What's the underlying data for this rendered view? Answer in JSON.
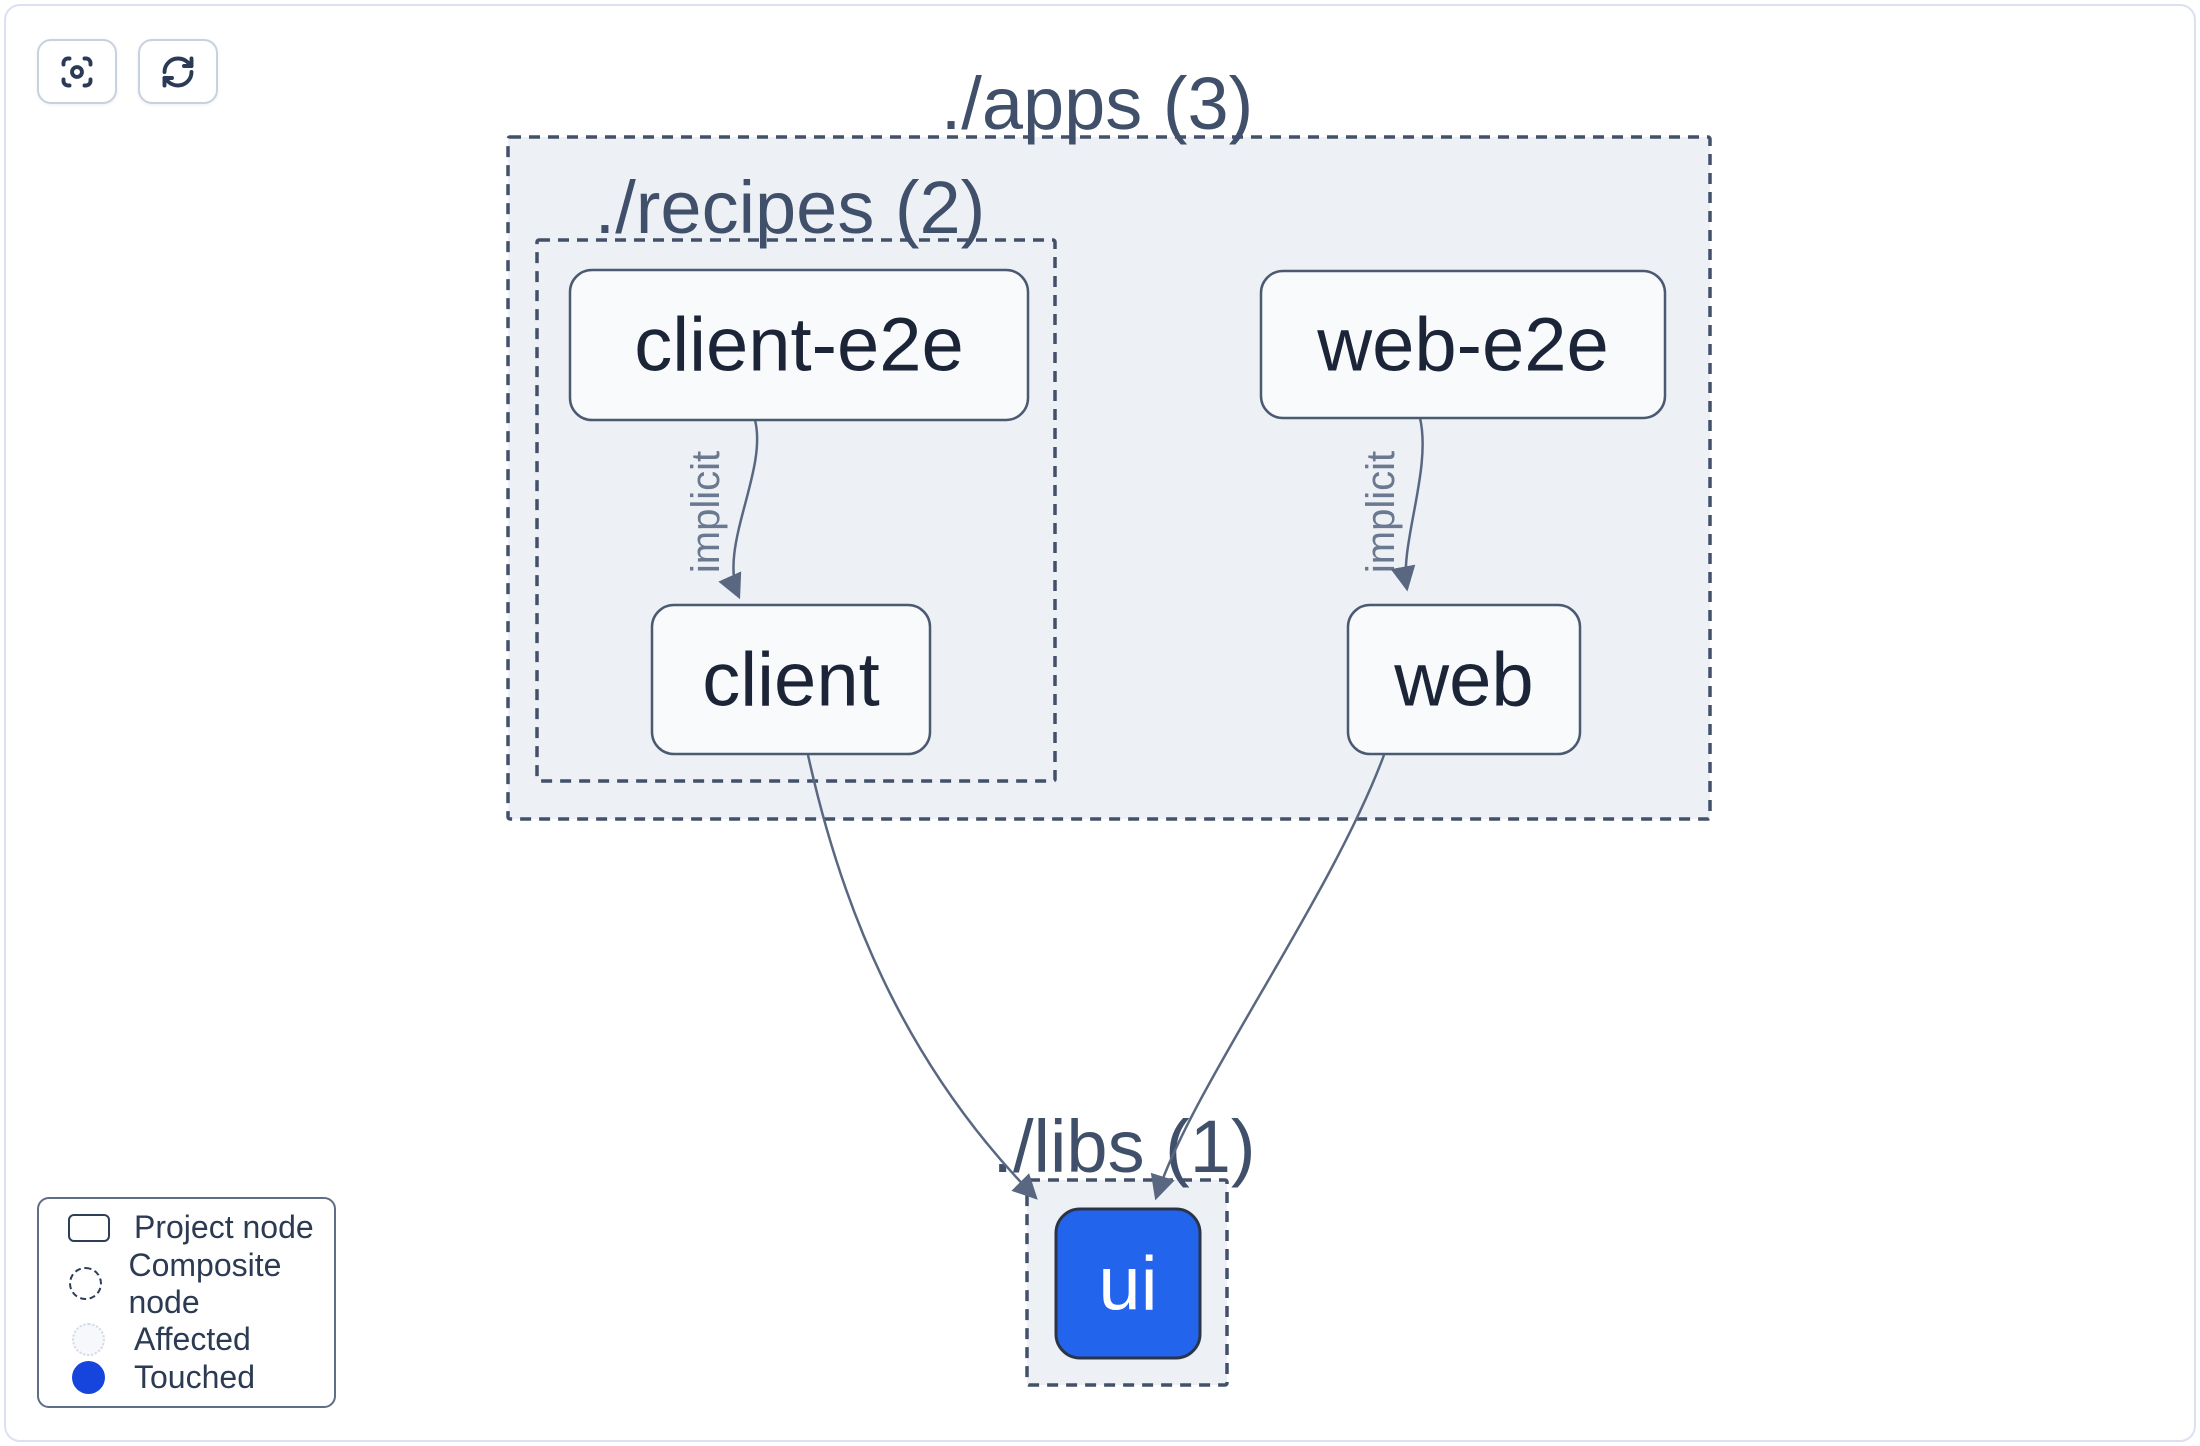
{
  "toolbar": {
    "buttons": [
      {
        "name": "focus",
        "icon": "focus-icon"
      },
      {
        "name": "refresh",
        "icon": "refresh-icon"
      }
    ]
  },
  "graph": {
    "groups": [
      {
        "id": "apps",
        "label": "./apps (3)"
      },
      {
        "id": "recipes",
        "label": "./recipes (2)"
      },
      {
        "id": "libs",
        "label": "./libs (1)"
      }
    ],
    "nodes": [
      {
        "id": "client-e2e",
        "label": "client-e2e",
        "type": "project"
      },
      {
        "id": "web-e2e",
        "label": "web-e2e",
        "type": "project"
      },
      {
        "id": "client",
        "label": "client",
        "type": "project"
      },
      {
        "id": "web",
        "label": "web",
        "type": "project"
      },
      {
        "id": "ui",
        "label": "ui",
        "type": "project",
        "state": "touched"
      }
    ],
    "edges": [
      {
        "from": "client-e2e",
        "to": "client",
        "label": "implicit"
      },
      {
        "from": "web-e2e",
        "to": "web",
        "label": "implicit"
      },
      {
        "from": "client",
        "to": "ui"
      },
      {
        "from": "web",
        "to": "ui"
      }
    ]
  },
  "legend": {
    "items": [
      {
        "label": "Project node",
        "icon": "project-node-icon"
      },
      {
        "label": "Composite node",
        "icon": "composite-node-icon"
      },
      {
        "label": "Affected",
        "icon": "affected-icon"
      },
      {
        "label": "Touched",
        "icon": "touched-icon"
      }
    ]
  },
  "colors": {
    "group_fill": "#edf1f6",
    "group_border": "#43506a",
    "group_label": "#41506a",
    "node_fill": "#f8fafc",
    "node_border": "#4b5971",
    "node_text": "#1b2537",
    "touched_node_fill": "#2264ec",
    "legend_touched_fill": "#1545dc",
    "edge": "#596880",
    "edge_label": "#6a7890",
    "canvas_frame": "#dbe1f0"
  }
}
